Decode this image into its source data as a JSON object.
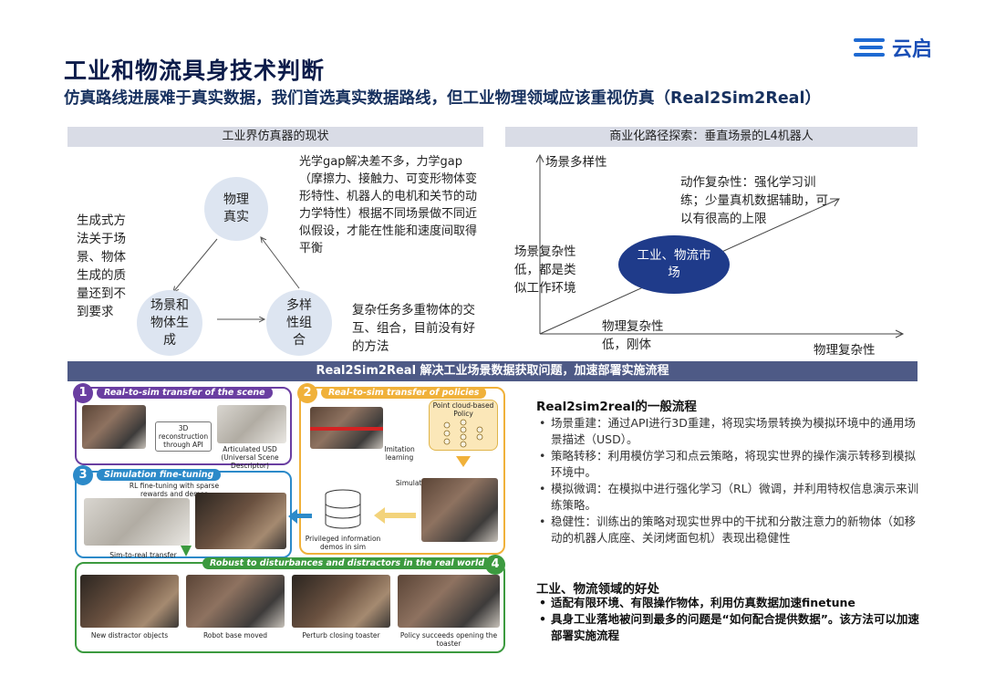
{
  "logo": {
    "text": "云启"
  },
  "header": {
    "title": "工业和物流具身技术判断",
    "subtitle": "仿真路线进展难于真实数据，我们首选真实数据路线，但工业物理领域应该重视仿真（Real2Sim2Real）"
  },
  "left_section": {
    "band_label": "工业界仿真器的现状",
    "circles": {
      "physics": "物理真实",
      "scene": "场景和物体生成",
      "combo": "多样性组合"
    },
    "notes": {
      "left": "生成式方法关于场景、物体生成的质量还到不到要求",
      "top_right": "光学gap解决差不多，力学gap（摩擦力、接触力、可变形物体变形特性、机器人的电机和关节的动力学特性）根据不同场景做不同近似假设，才能在性能和速度间取得平衡",
      "bottom_right": "复杂任务多重物体的交互、组合，目前没有好的方法"
    }
  },
  "right_section": {
    "band_label": "商业化路径探索：垂直场景的L4机器人",
    "y_axis_label": "场景多样性",
    "x_axis_label": "物理复杂性",
    "notes": {
      "top": "动作复杂性：强化学习训练；少量真机数据辅助，可以有很高的上限",
      "left": "场景复杂性低，都是类似工作环境",
      "bottom": "物理复杂性低，刚体"
    },
    "ellipse_label": "工业、物流市场"
  },
  "bottom_band": "Real2Sim2Real 解决工业场景数据获取问题，加速部署实施流程",
  "figure": {
    "panel1": {
      "num": "1",
      "title": "Real-to-sim transfer of the scene",
      "cap_api": "3D reconstruction through API",
      "cap_usd": "Articulated USD (Universal Scene Descriptor)"
    },
    "panel2": {
      "num": "2",
      "title": "Real-to-sim transfer of policies",
      "cap_policy": "Point cloud-based Policy",
      "cap_imitation": "Imitation learning",
      "cap_rollout": "Simulation rollout",
      "cap_privileged": "Privileged information demos in sim"
    },
    "panel3": {
      "num": "3",
      "title": "Simulation fine-tuning",
      "cap_rl": "RL fine-tuning with sparse rewards and demos",
      "cap_sim2real": "Sim-to-real transfer"
    },
    "panel4": {
      "num": "4",
      "title": "Robust to disturbances and distractors in the real world",
      "caps": [
        "New distractor objects",
        "Robot base moved",
        "Perturb closing toaster",
        "Policy succeeds opening the toaster"
      ]
    },
    "colors": {
      "panel1": "#6a3ea1",
      "panel2": "#f0b13a",
      "panel3": "#2c8ac9",
      "panel4": "#3c9a3f"
    }
  },
  "general_flow": {
    "heading": "Real2sim2real的一般流程",
    "items": [
      "场景重建：通过API进行3D重建，将现实场景转换为模拟环境中的通用场景描述（USD）。",
      "策略转移：利用模仿学习和点云策略，将现实世界的操作演示转移到模拟环境中。",
      "模拟微调：在模拟中进行强化学习（RL）微调，并利用特权信息演示来训练策略。",
      "稳健性：训练出的策略对现实世界中的干扰和分散注意力的新物体（如移动的机器人底座、关闭烤面包机）表现出稳健性"
    ]
  },
  "benefits": {
    "heading": "工业、物流领域的好处",
    "items": [
      "适配有限环境、有限操作物体，利用仿真数据加速finetune",
      "具身工业落地被问到最多的问题是“如何配合提供数据”。该方法可以加速部署实施流程"
    ]
  }
}
